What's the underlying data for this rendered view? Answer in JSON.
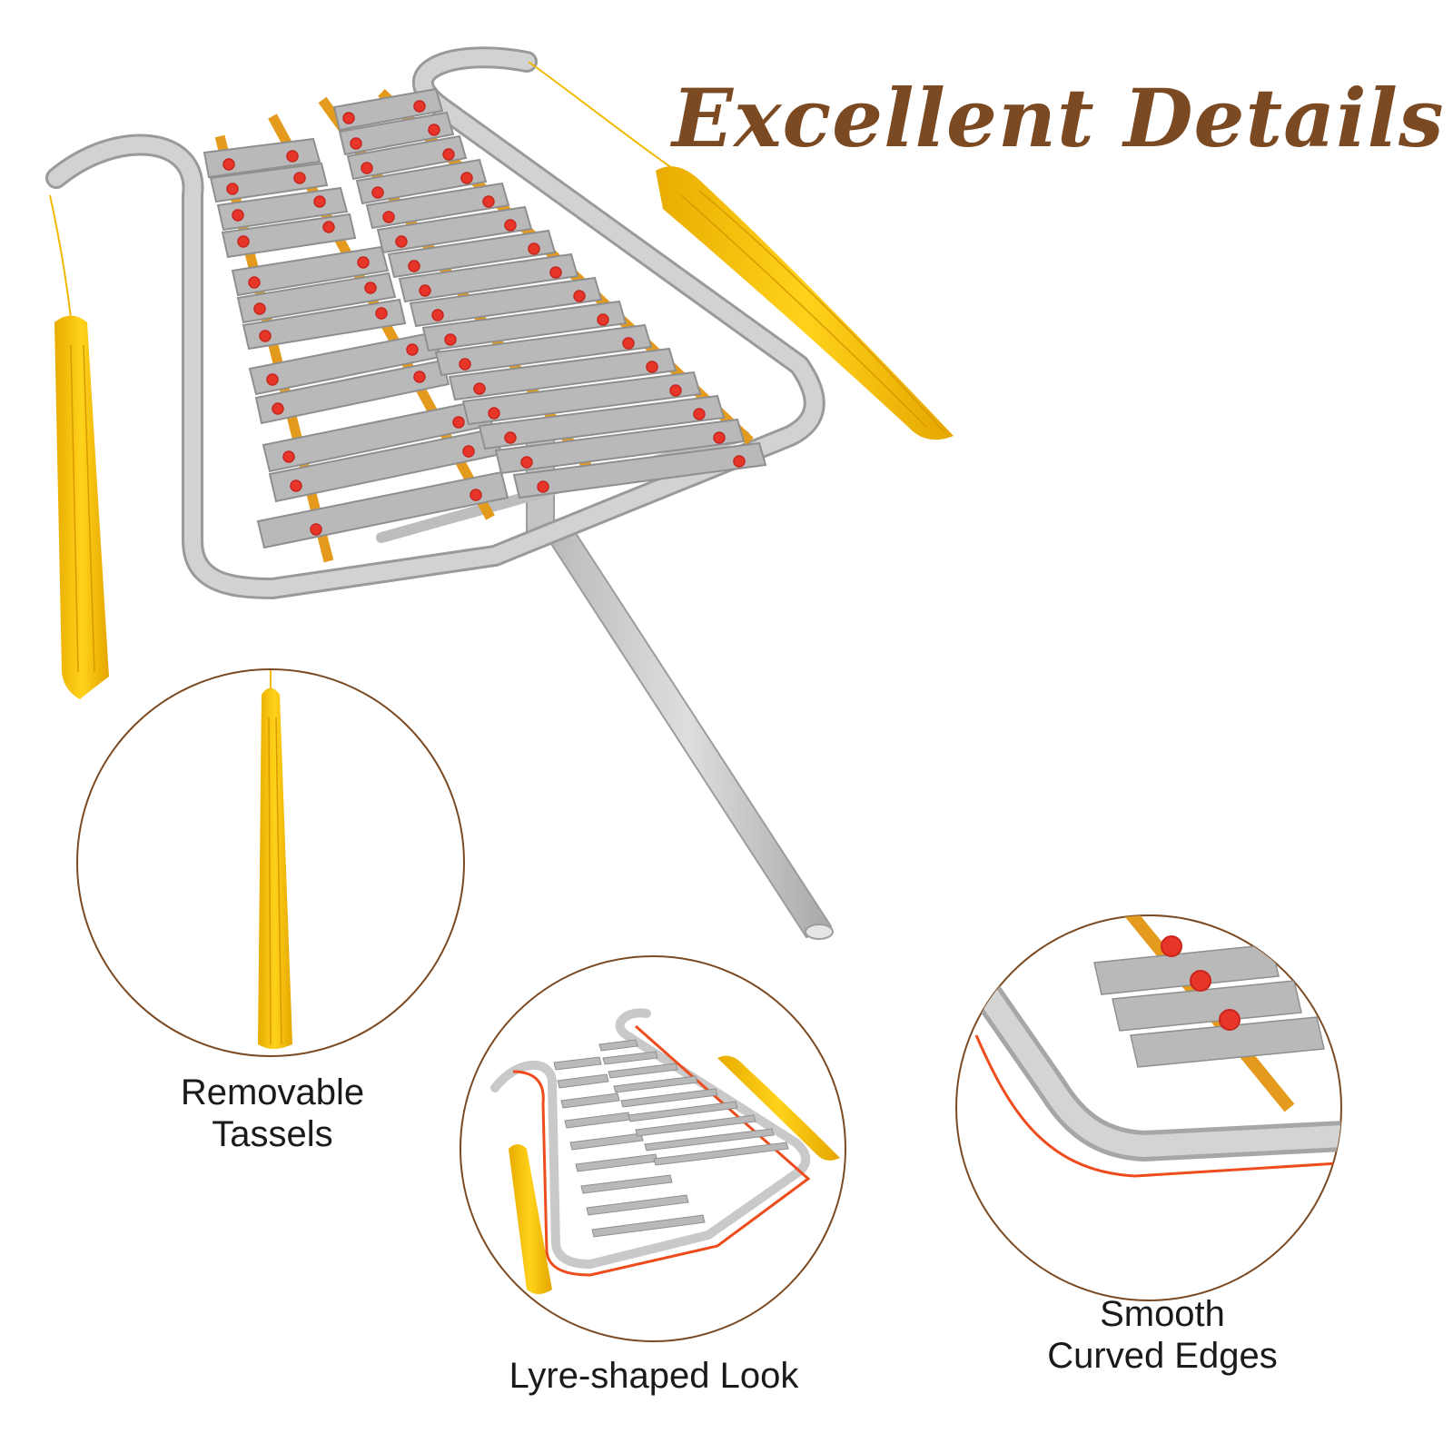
{
  "header": {
    "title": "Excellent Details"
  },
  "colors": {
    "title": "#7b4a22",
    "circle_border": "#7b4a22",
    "bar": "#b7b7b7",
    "frame": "#c9c9c9",
    "tassel": "#f7c300",
    "rail": "#e49a1c",
    "bolt_ring": "#e8352a",
    "highlight_line": "#ee4c1c"
  },
  "features": [
    {
      "label_lines": [
        "Removable",
        "Tassels"
      ],
      "icon": "tassel-icon"
    },
    {
      "label_lines": [
        "Lyre-shaped Look"
      ],
      "icon": "lyre-outline-icon"
    },
    {
      "label_lines": [
        "Smooth",
        "Curved Edges"
      ],
      "icon": "curved-edge-icon"
    }
  ]
}
